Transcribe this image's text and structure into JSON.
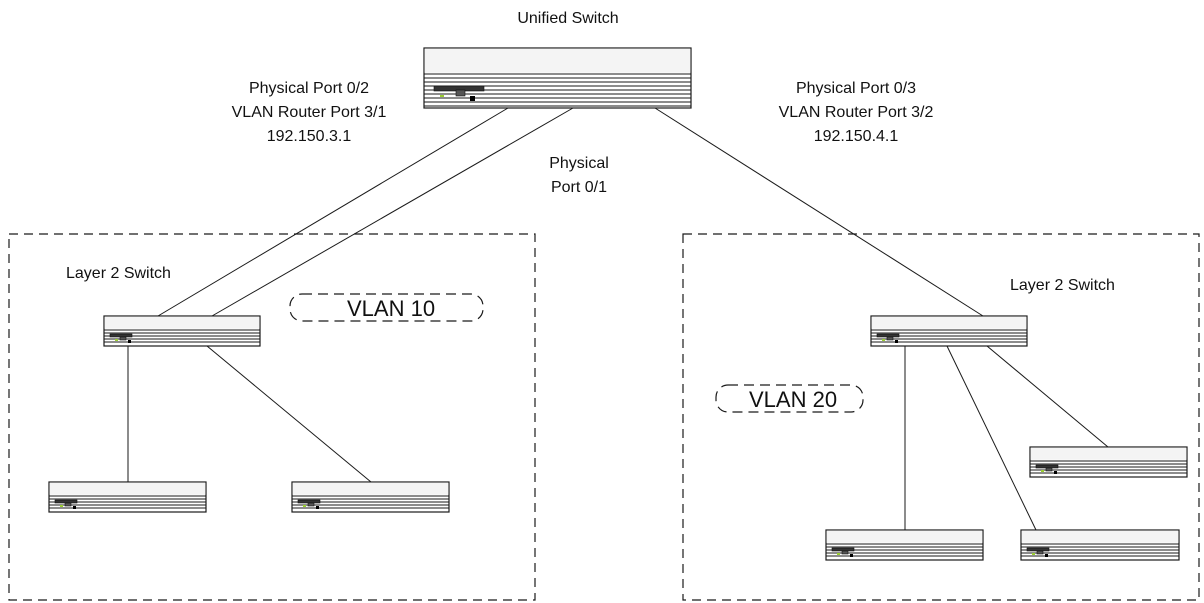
{
  "title": "Unified Switch",
  "unified_switch": {
    "left_port": {
      "line1": "Physical Port 0/2",
      "line2": "VLAN Router Port 3/1",
      "line3": "192.150.3.1"
    },
    "middle_port": {
      "line1": "Physical",
      "line2": "Port 0/1"
    },
    "right_port": {
      "line1": "Physical Port 0/3",
      "line2": "VLAN Router Port 3/2",
      "line3": "192.150.4.1"
    }
  },
  "left_group": {
    "switch_label": "Layer 2 Switch",
    "vlan_label": "VLAN 10"
  },
  "right_group": {
    "switch_label": "Layer 2 Switch",
    "vlan_label": "VLAN 20"
  },
  "colors": {
    "line": "#1a1a1a",
    "switch_top_fill": "#f4f4f4",
    "led": "#9acd32"
  }
}
